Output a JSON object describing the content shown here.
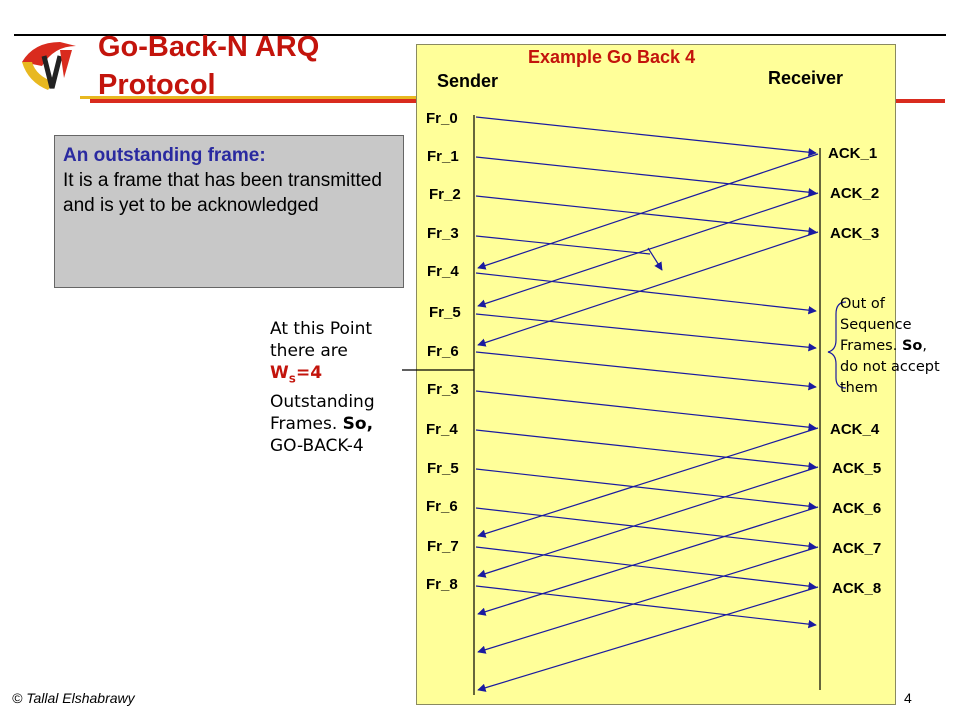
{
  "slide": {
    "title_line1": "Go-Back-N ARQ",
    "title_line2": "Protocol",
    "footer_author": "© Tallal Elshabrawy",
    "page_number": "4"
  },
  "definition": {
    "title": "An outstanding frame:",
    "body": "It is a frame that has been transmitted and is yet to be acknowledged"
  },
  "point_note": {
    "line1": "At this Point",
    "line2": "there are",
    "ws": "W",
    "ws_sub": "S",
    "ws_value": "=4",
    "line4": "Outstanding",
    "line5_a": "Frames. ",
    "line5_b": "So,",
    "line6": "GO-BACK-4"
  },
  "diagram": {
    "title": "Example Go Back 4",
    "sender_label": "Sender",
    "receiver_label": "Receiver",
    "sender_frames": [
      "Fr_0",
      "Fr_1",
      "Fr_2",
      "Fr_3",
      "Fr_4",
      "Fr_5",
      "Fr_6",
      "Fr_3",
      "Fr_4",
      "Fr_5",
      "Fr_6",
      "Fr_7",
      "Fr_8"
    ],
    "receiver_acks": [
      "ACK_1",
      "ACK_2",
      "ACK_3",
      "ACK_4",
      "ACK_5",
      "ACK_6",
      "ACK_7",
      "ACK_8"
    ],
    "out_of_sequence_note": {
      "l1": "Out of",
      "l2": "Sequence",
      "l3_a": "Frames. ",
      "l3_b": "So",
      "l3_c": ",",
      "l4": "do not accept",
      "l5": "them"
    },
    "colors": {
      "accent": "#c3140c",
      "panel": "#ffff99",
      "line": "#1a1aa0",
      "title": "#c3140c"
    }
  }
}
